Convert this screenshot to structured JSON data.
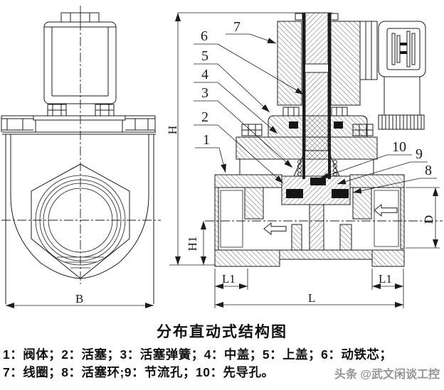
{
  "figure": {
    "title": "分布直动式结构图",
    "legend_line1": "1：阀体；2：活塞；3：活塞弹簧；4：中盖；5：上盖；6：动铁芯；",
    "legend_line2": "7：线圈；8：活塞环;9：节流孔；10：先导孔。",
    "watermark": "头条 @武文闲谈工控"
  },
  "callouts": {
    "c1": "1",
    "c2": "2",
    "c3": "3",
    "c4": "4",
    "c5": "5",
    "c6": "6",
    "c7": "7",
    "c8": "8",
    "c9": "9",
    "c10": "10"
  },
  "dims": {
    "H": "H",
    "H1": "H1",
    "B": "B",
    "L": "L",
    "L1_left": "L1",
    "L1_right": "L1",
    "D": "D"
  },
  "colors": {
    "line": "#1b1b1b",
    "background": "#ffffff",
    "watermark_gray": "#949494",
    "seal_black": "#151515"
  }
}
